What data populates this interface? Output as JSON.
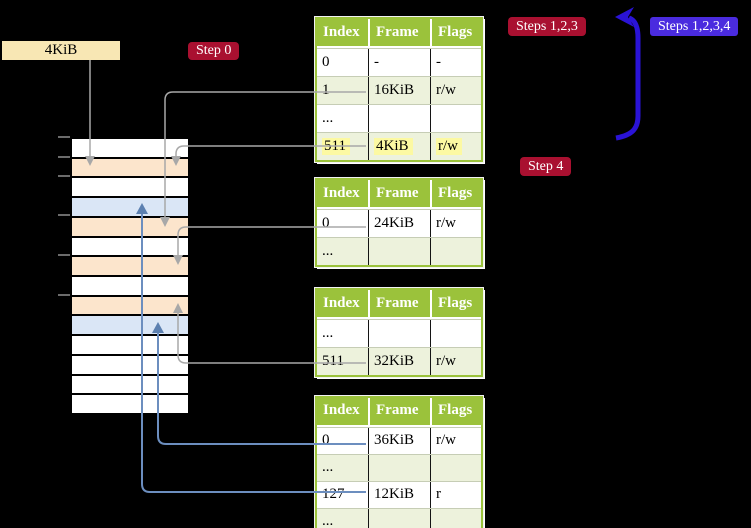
{
  "colors": {
    "bg": "#000000",
    "header_green": "#9BC23B",
    "row_green": "#EDF2DC",
    "peach": "#FCE5CC",
    "blue_row": "#DAE6F6",
    "yellow_hl": "#FCF9A2",
    "wheat": "#F8E7B4",
    "crimson": "#A91030",
    "blue_label": "#4A2BDF",
    "arrow_blue": "#2A13D6",
    "gray_line": "#A8A8A8",
    "steel_blue": "#6C8EBF",
    "tick_gray": "#8F8F8F",
    "row_sep": "#C6CDB5"
  },
  "labels": {
    "frame_size": "4KiB",
    "step0": "Step 0",
    "steps123": "Steps 1,2,3",
    "steps1234": "Steps 1,2,3,4",
    "step4": "Step 4"
  },
  "tables": [
    {
      "id": "t1",
      "name": "page-table-level2",
      "headers": [
        "Index",
        "Frame",
        "Flags"
      ],
      "rows": [
        {
          "cells": [
            "0",
            "-",
            "-"
          ],
          "shade": false,
          "highlight": false
        },
        {
          "cells": [
            "1",
            "16KiB",
            "r/w"
          ],
          "shade": true,
          "highlight": false
        },
        {
          "cells": [
            "...",
            "",
            ""
          ],
          "shade": false,
          "highlight": false
        },
        {
          "cells": [
            "511",
            "4KiB",
            "r/w"
          ],
          "shade": true,
          "highlight": true
        }
      ]
    },
    {
      "id": "t2",
      "name": "page-table-level1-a",
      "headers": [
        "Index",
        "Frame",
        "Flags"
      ],
      "rows": [
        {
          "cells": [
            "0",
            "24KiB",
            "r/w"
          ],
          "shade": false,
          "highlight": false
        },
        {
          "cells": [
            "...",
            "",
            ""
          ],
          "shade": true,
          "highlight": false
        }
      ]
    },
    {
      "id": "t3",
      "name": "page-table-level1-b",
      "headers": [
        "Index",
        "Frame",
        "Flags"
      ],
      "rows": [
        {
          "cells": [
            "...",
            "",
            ""
          ],
          "shade": false,
          "highlight": false
        },
        {
          "cells": [
            "511",
            "32KiB",
            "r/w"
          ],
          "shade": true,
          "highlight": false
        }
      ]
    },
    {
      "id": "t4",
      "name": "page-table-level1-c",
      "headers": [
        "Index",
        "Frame",
        "Flags"
      ],
      "rows": [
        {
          "cells": [
            "0",
            "36KiB",
            "r/w"
          ],
          "shade": false,
          "highlight": false
        },
        {
          "cells": [
            "...",
            "",
            ""
          ],
          "shade": true,
          "highlight": false
        },
        {
          "cells": [
            "127",
            "12KiB",
            "r"
          ],
          "shade": false,
          "highlight": false
        },
        {
          "cells": [
            "...",
            "",
            ""
          ],
          "shade": true,
          "highlight": false
        }
      ]
    }
  ],
  "memory": {
    "rows": [
      "white",
      "peach",
      "white",
      "blue",
      "peach",
      "white",
      "peach",
      "white",
      "peach",
      "blue",
      "white",
      "white",
      "white",
      "white"
    ]
  }
}
